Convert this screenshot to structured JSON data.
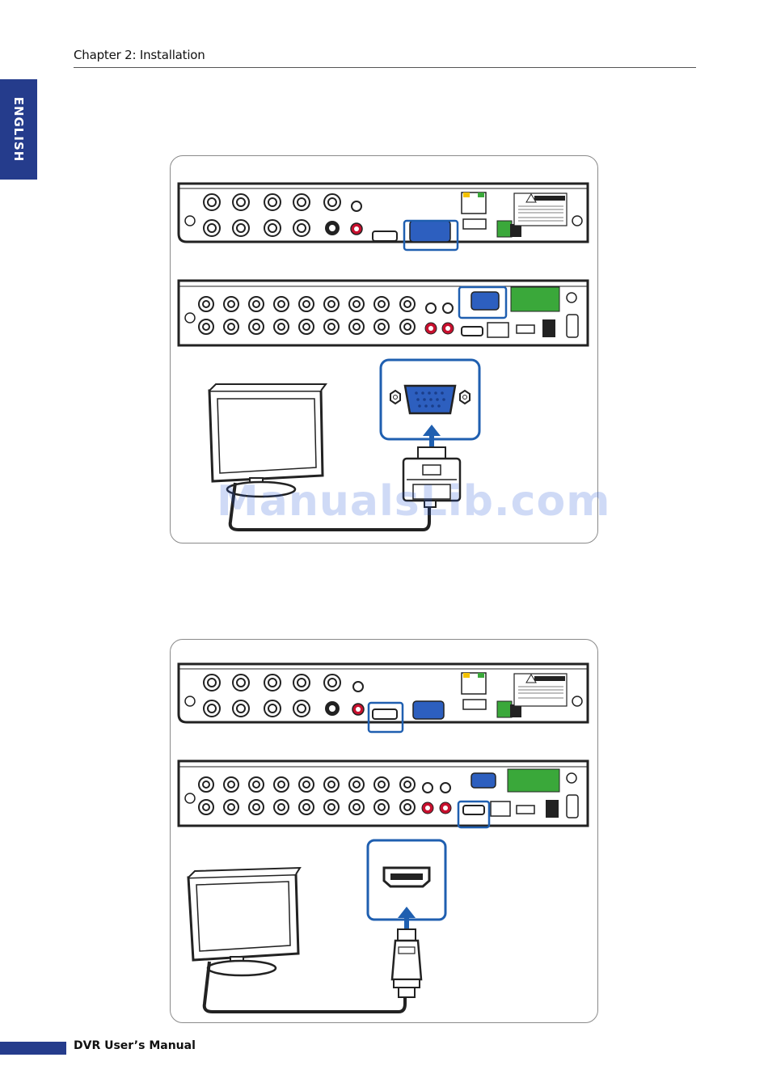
{
  "header": {
    "chapter_title": "Chapter 2: Installation"
  },
  "side_tab": {
    "language": "ENGLISH"
  },
  "figures": [
    {
      "connector": "vga-port",
      "cable": "vga-cable"
    },
    {
      "connector": "hdmi-port",
      "cable": "hdmi-cable"
    }
  ],
  "watermark": {
    "text": "ManualsLib.com"
  },
  "footer": {
    "manual_title": "DVR User’s Manual"
  },
  "colors": {
    "accent": "#253c8c",
    "highlight": "#1f5fb0",
    "port_blue": "#2d5fbf",
    "terminal_green": "#3aa83a",
    "rca_red": "#c8102e"
  }
}
